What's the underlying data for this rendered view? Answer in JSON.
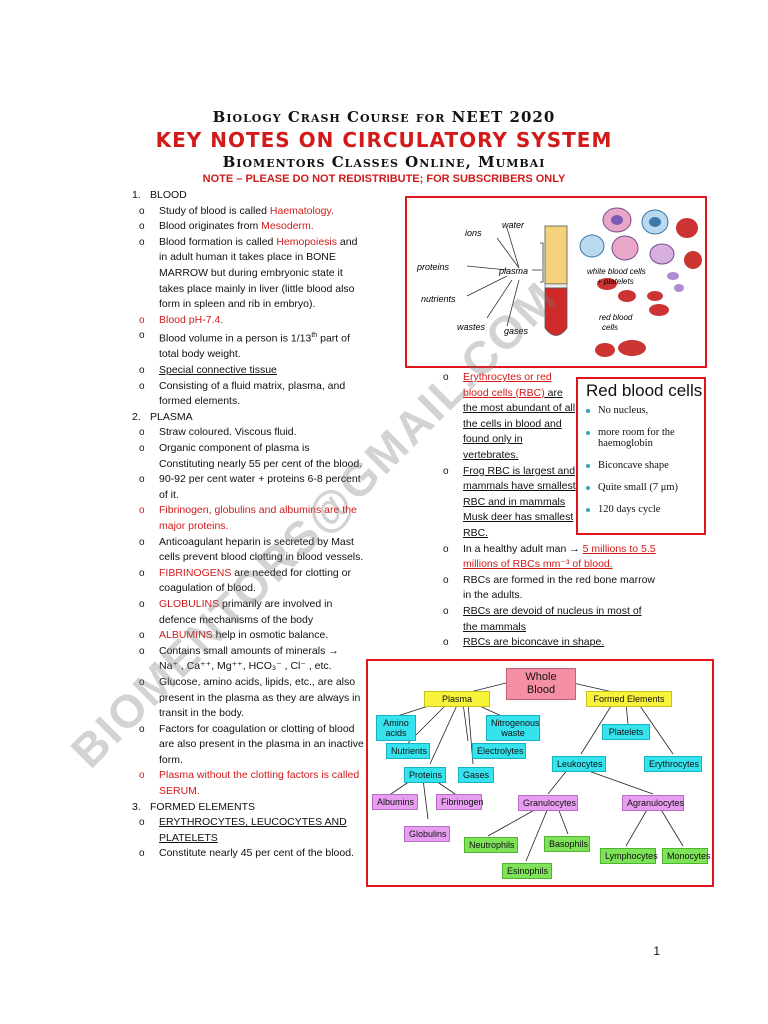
{
  "header": {
    "line1": "Biology Crash Course for NEET 2020",
    "line2": "KEY NOTES ON CIRCULATORY SYSTEM",
    "line3": "Biomentors Classes Online, Mumbai",
    "note": "NOTE – PLEASE DO NOT REDISTRIBUTE; FOR SUBSCRIBERS ONLY"
  },
  "left": {
    "s1": {
      "num": "1.",
      "title": "BLOOD"
    },
    "s1_items": {
      "a1": "Study of blood is called ",
      "a2": "Haematology.",
      "b1": "Blood originates from ",
      "b2": "Mesoderm.",
      "c1": "Blood formation is called ",
      "c2": "Hemopoiesis",
      "c3": " and in adult human it takes place in BONE MARROW but during embryonic state it takes place mainly in liver (little blood also form in spleen and rib in embryo).",
      "d": "Blood pH-7.4.",
      "e1": "Blood volume in a person is 1/13",
      "e_sup": "th",
      "e2": " part of total body weight.",
      "f": "Special connective tissue",
      "g": "Consisting of a fluid matrix, plasma, and formed elements."
    },
    "s2": {
      "num": "2.",
      "title": "PLASMA"
    },
    "s2_items": {
      "a": "Straw coloured. Viscous fluid.",
      "b": "Organic component of plasma is Constituting nearly 55 per cent of the blood.",
      "c": "90-92 per cent water + proteins 6-8 percent of it.",
      "d": "Fibrinogen, globulins and albumins are the major proteins.",
      "e": "Anticoagulant heparin is secreted by Mast cells prevent blood clotting in blood vessels.",
      "f1": "FIBRINOGENS",
      "f2": " are needed for clotting or coagulation of blood.",
      "g1": "GLOBULINS",
      "g2": " primarily are involved in defence mechanisms of the body",
      "h1": "ALBUMINS",
      "h2": " help in osmotic balance.",
      "i1": "Contains small amounts of minerals →",
      "i2": "Na⁺ , Ca⁺⁺, Mg⁺⁺, HCO₃⁻ , Cl⁻ , etc.",
      "j": "Glucose, amino acids, lipids, etc., are also present in the plasma as they are always in transit in the body.",
      "k": "Factors for coagulation or clotting of blood are also present in the plasma in an inactive form.",
      "l": "Plasma without the clotting factors is called SERUM."
    },
    "s3": {
      "num": "3.",
      "title": "FORMED ELEMENTS"
    },
    "s3_items": {
      "a": "ERYTHROCYTES, LEUCOCYTES AND PLATELETS",
      "b": "Constitute nearly 45 per cent of the blood."
    }
  },
  "figure1": {
    "labels": {
      "ions": "ions",
      "water": "water",
      "proteins": "proteins",
      "plasma": "plasma",
      "nutrients": "nutrients",
      "wastes": "wastes",
      "gases": "gases",
      "wbc": "white blood cells",
      "platelets": "+ platelets",
      "rbc1": "red blood",
      "rbc2": "cells"
    }
  },
  "right": {
    "a1": "Erythrocytes or red blood cells (RBC)",
    "a2": " are the most abundant of all the cells in blood and found only in vertebrates.",
    "b": "Frog RBC is largest and mammals have smallest RBC and in mammals Musk deer has smallest RBC.",
    "c1": "In a healthy adult man → ",
    "c2": "5 millions to 5.5 millions of RBCs mm⁻³ of blood.",
    "d": "RBCs are formed in the red bone marrow in the adults.",
    "e": "RBCs are devoid of nucleus in most of the mammals",
    "f": "RBCs are biconcave in shape."
  },
  "rbc_box": {
    "title": "Red blood cells",
    "items": [
      "No nucleus,",
      "more room for the haemoglobin",
      "Biconcave shape",
      "Quite small (7 μm)",
      "120 days cycle"
    ]
  },
  "tree": {
    "whole": "Whole Blood",
    "plasma": "Plasma",
    "formed": "Formed Elements",
    "amino": "Amino acids",
    "nitro": "Nitrogenous waste",
    "nutrients": "Nutrients",
    "electrolytes": "Electrolytes",
    "proteins": "Proteins",
    "gases": "Gases",
    "albumins": "Albumins",
    "fibrinogen": "Fibrinogen",
    "globulins": "Globulins",
    "platelets": "Platelets",
    "leukocytes": "Leukocytes",
    "erythrocytes": "Erythrocytes",
    "granulocytes": "Granulocytes",
    "agranulocytes": "Agranulocytes",
    "neutrophils": "Neutrophils",
    "basophils": "Basophils",
    "esinophils": "Esinophils",
    "lymphocytes": "Lymphocytes",
    "monocytes": "Monocytes"
  },
  "watermark": "BIOMENTORS@GMAIL.COM",
  "page_number": "1"
}
